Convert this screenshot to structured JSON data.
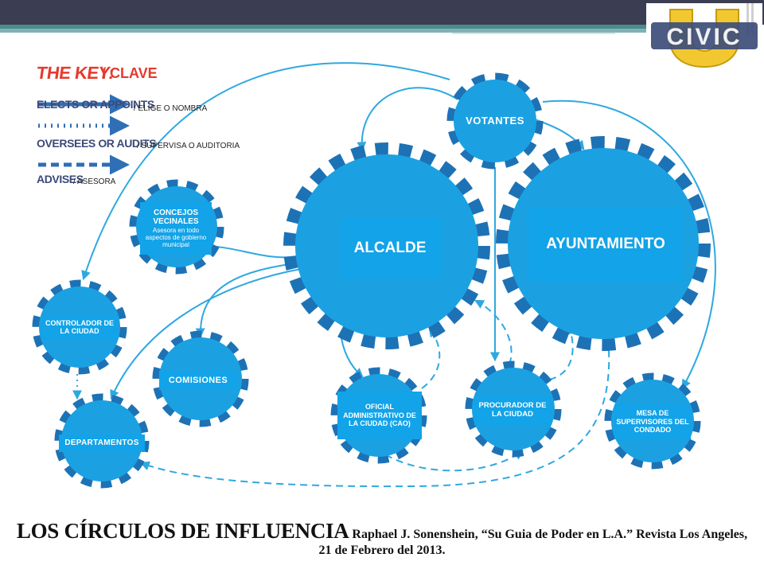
{
  "colors": {
    "node": "#1ba1e2",
    "node_dark": "#1d72b5",
    "label_bg": "#12a3e8",
    "arrow": "#2fa8e0",
    "key_red": "#e63a2e",
    "key_blue": "#2e6fb6"
  },
  "logo": {
    "name": "CIVIC U",
    "text": "CIVIC",
    "letter": "U"
  },
  "key": {
    "title": "THE KEY:",
    "clave": "/ CLAVE",
    "items": [
      {
        "label": "ELECTS OR APPOINTS",
        "translation": "/ ELIGE O NOMBRA",
        "style": "solid"
      },
      {
        "label": "OVERSEES OR AUDITS",
        "translation": "/ SUPERVISA O AUDITORIA",
        "style": "dotted"
      },
      {
        "label": "ADVISES",
        "translation": "/ ASESORA",
        "style": "dashed"
      }
    ]
  },
  "nodes": {
    "votantes": "VOTANTES",
    "alcalde": "ALCALDE",
    "ayuntamiento": "AYUNTAMIENTO",
    "concejos_title": "CONCEJOS VECINALES",
    "concejos_sub": "Asesora en todo aspectos de gobierno municipal",
    "controlador": "CONTROLADOR DE LA CIUDAD",
    "comisiones": "COMISIONES",
    "departamentos": "DEPARTAMENTOS",
    "oficial": "OFICIAL ADMINISTRATIVO DE LA CIUDAD (CAO)",
    "procurador": "PROCURADOR DE LA CIUDAD",
    "mesa": "MESA DE SUPERVISORES DEL CONDADO"
  },
  "caption": {
    "title": "LOS CÍRCULOS DE INFLUENCIA",
    "source": "Raphael J. Sonenshein, “Su Guia de Poder en L.A.”  Revista Los Angeles,  21 de Febrero del 2013."
  }
}
